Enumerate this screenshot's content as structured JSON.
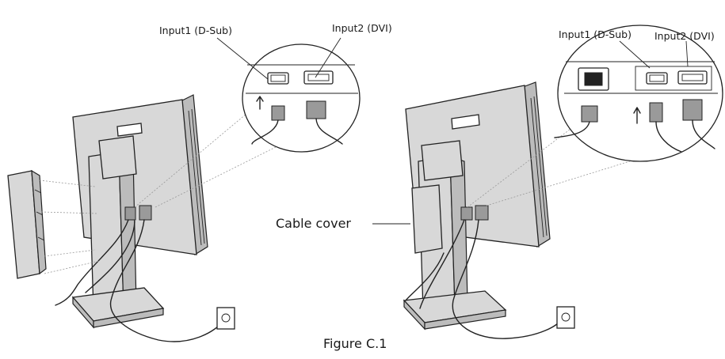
{
  "left_diagram": {
    "input1_label": "Input1 (D-Sub)",
    "input2_label": "Input2 (DVI)"
  },
  "right_diagram": {
    "input1_label": "Input1 (D-Sub)",
    "input2_label": "Input2 (DVI)",
    "cable_cover_label": "Cable cover"
  },
  "caption": "Figure C.1"
}
